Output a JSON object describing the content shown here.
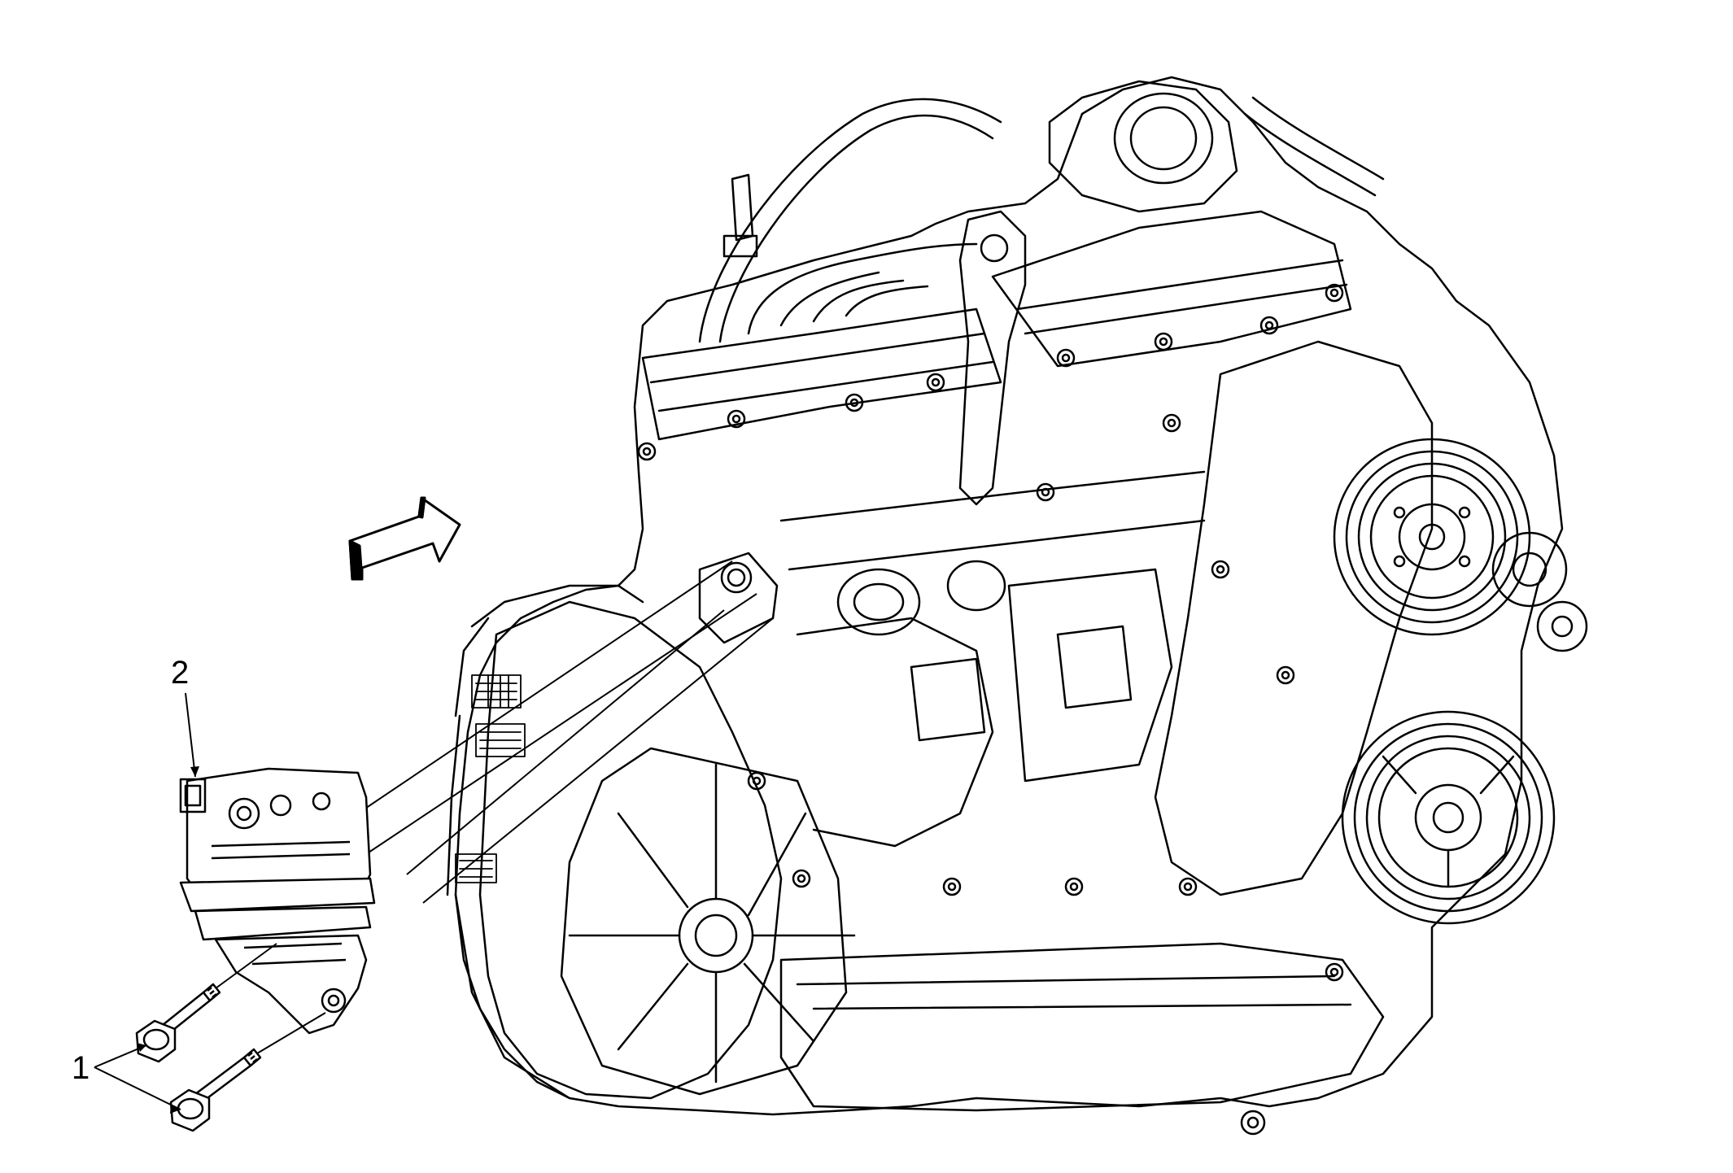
{
  "diagram": {
    "callouts": [
      {
        "id": "1",
        "label": "1"
      },
      {
        "id": "2",
        "label": "2"
      }
    ],
    "colors": {
      "line": "#000000",
      "background": "#ffffff"
    },
    "icons": {
      "direction_arrow": "front-direction-arrow-icon"
    }
  }
}
